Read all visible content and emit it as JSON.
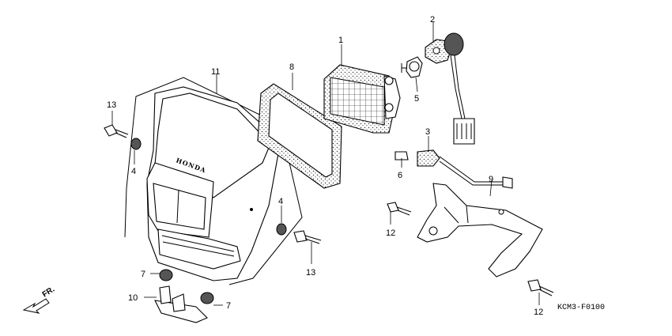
{
  "diagram": {
    "code": "KCM3-F0100",
    "direction": "FR.",
    "brand": "HONDA",
    "callouts": {
      "c1": "1",
      "c2": "2",
      "c3": "3",
      "c4a": "4",
      "c4b": "4",
      "c5": "5",
      "c6": "6",
      "c7a": "7",
      "c7b": "7",
      "c8": "8",
      "c9": "9",
      "c10": "10",
      "c11": "11",
      "c12a": "12",
      "c12b": "12",
      "c13a": "13",
      "c13b": "13"
    }
  }
}
